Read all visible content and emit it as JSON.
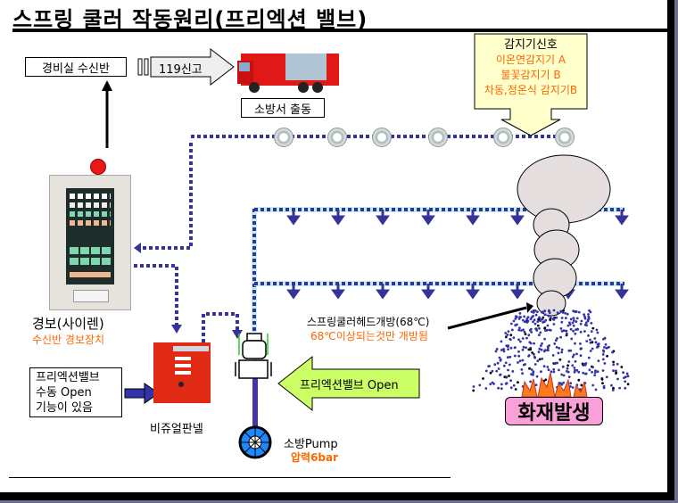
{
  "title": "스프링 쿨러 작동원리(프리엑션 밸브)",
  "guard_room": {
    "label": "경비실 수신반"
  },
  "report_arrow": {
    "label": "119신고"
  },
  "fire_station": {
    "label": "소방서 출동",
    "icon": "fire-truck-icon"
  },
  "detector_callout": {
    "heading": "감지기신호",
    "lines": [
      "이온연감지기 A",
      "불꽃감지기 B",
      "차동,정온식 감지기B"
    ]
  },
  "alarm": {
    "label": "경보(사이렌)",
    "sub_label": "수신반 경보장치",
    "icon": "fire-alarm-panel-icon"
  },
  "manual_open_box": {
    "lines": [
      "프리엑션밸브",
      "수동  Open",
      "기능이 있음"
    ]
  },
  "visual_panel": {
    "label": "비쥬얼판넬"
  },
  "valve_open_arrow": {
    "label": "프리엑션밸브 Open"
  },
  "pump": {
    "label": "소방Pump",
    "sub_label": "압력6bar"
  },
  "sprinkler_head": {
    "label": "스프링쿨러헤드개방(68℃)",
    "sub_label": "68℃이상되는것만 개방됨"
  },
  "fire": {
    "label": "화재발생"
  },
  "colors": {
    "pipe": "#33339a",
    "accent_orange": "#ff6600",
    "callout_fill": "#ffffcc",
    "arrow_green": "#ccff66",
    "fire_label_fill": "#f9a0d8",
    "smoke": "#e4dede"
  },
  "detector_count": 6
}
